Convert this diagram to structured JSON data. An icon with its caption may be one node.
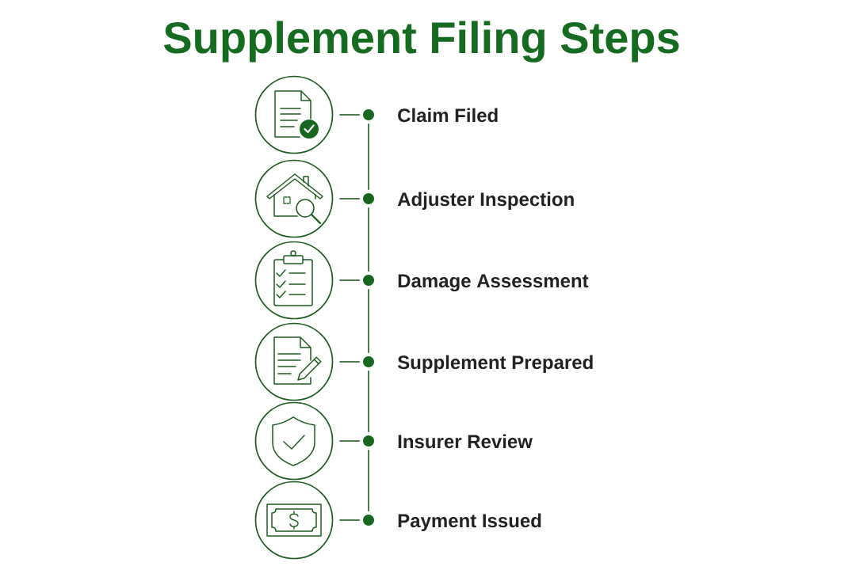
{
  "diagram": {
    "title": "Supplement Filing Steps",
    "nodes": [
      {
        "text": [],
        "shape": "circle"
      },
      {
        "text": [],
        "shape": "circle",
        "beside": [
          "Claim Filed"
        ]
      },
      {
        "text": [],
        "shape": "circle"
      },
      {
        "text": [],
        "shape": "circle",
        "beside": [
          "Adjuster Inspection"
        ]
      },
      {
        "text": [],
        "shape": "circle"
      },
      {
        "text": [],
        "shape": "circle",
        "beside": [
          "Damage Assessment"
        ]
      },
      {
        "text": [],
        "shape": "circle"
      },
      {
        "text": [],
        "shape": "circle",
        "beside": [
          "Supplement Prepared"
        ]
      },
      {
        "text": [],
        "shape": "circle"
      },
      {
        "text": [],
        "shape": "circle",
        "beside": [
          "Insurer Review"
        ]
      },
      {
        "text": [],
        "shape": "circle"
      },
      {
        "text": [],
        "shape": "circle",
        "beside": [
          "Payment Issued"
        ]
      }
    ],
    "edges": [
      {
        "from": 0,
        "to": 1,
        "arrow": "none"
      },
      {
        "from": 2,
        "to": 3,
        "arrow": "none"
      },
      {
        "from": 4,
        "to": 5,
        "arrow": "none"
      },
      {
        "from": 6,
        "to": 7,
        "arrow": "none"
      },
      {
        "from": 8,
        "to": 9,
        "arrow": "none"
      },
      {
        "from": 10,
        "to": 11,
        "arrow": "none"
      },
      {
        "from": 1,
        "to": 3,
        "arrow": "none"
      },
      {
        "from": 3,
        "to": 5,
        "arrow": "none"
      },
      {
        "from": 5,
        "to": 7,
        "arrow": "none"
      },
      {
        "from": 7,
        "to": 9,
        "arrow": "none"
      },
      {
        "from": 9,
        "to": 11,
        "arrow": "none"
      }
    ]
  }
}
